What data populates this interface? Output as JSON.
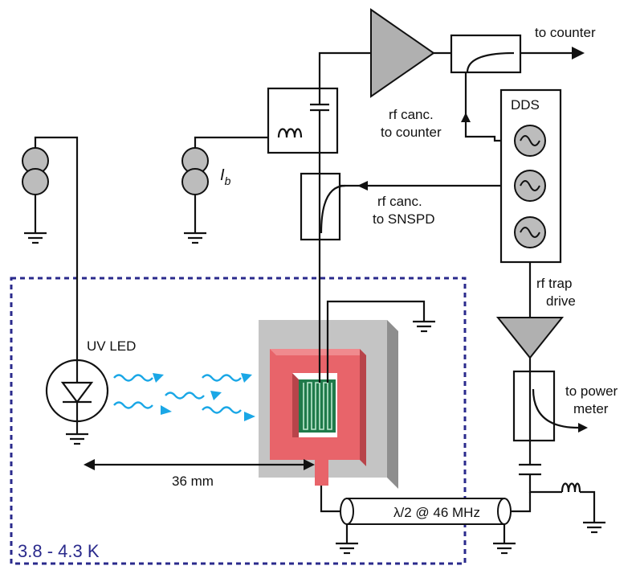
{
  "labels": {
    "to_counter": "to counter",
    "dds": "DDS",
    "rf_canc_counter_1": "rf canc.",
    "rf_canc_counter_2": "to counter",
    "rf_canc_snspd_1": "rf canc.",
    "rf_canc_snspd_2": "to SNSPD",
    "ib_main": "I",
    "ib_sub": "b",
    "rf_trap_1": "rf trap",
    "rf_trap_2": "drive",
    "uv_led": "UV LED",
    "to_power_1": "to power",
    "to_power_2": "meter",
    "distance": "36 mm",
    "half_wave": "λ/2 @ 46 MHz",
    "temperature": "3.8 - 4.3 K"
  },
  "colors": {
    "cryostat_border": "#2a2a8c",
    "temperature_text": "#2a2a8c",
    "photon_waves": "#1aa7e6",
    "trap_electrode": "#e8646a",
    "trap_electrode_dark": "#b8444a",
    "detector_green": "#1f7a4a",
    "substrate_gray": "#c4c4c4",
    "component_gray": "#b0b0b0"
  }
}
